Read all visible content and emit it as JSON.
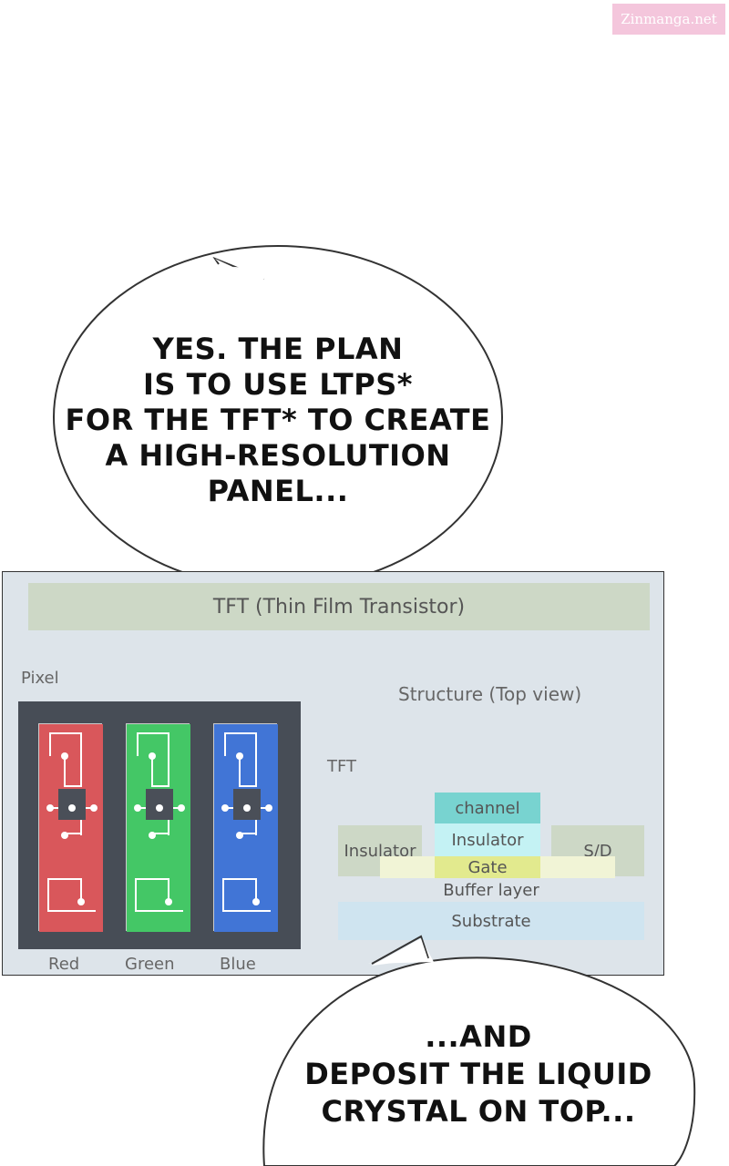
{
  "watermark": "Zinmanga.net",
  "bubble1": {
    "lines": [
      "YES. THE PLAN",
      "IS TO USE LTPS*",
      "FOR THE TFT* TO CREATE",
      "A HIGH-RESOLUTION",
      "PANEL..."
    ]
  },
  "bubble2": {
    "lines": [
      "...AND",
      "DEPOSIT THE LIQUID",
      "CRYSTAL ON TOP..."
    ]
  },
  "diagram": {
    "title": "TFT (Thin Film Transistor)",
    "pixel_label": "Pixel",
    "structure_label": "Structure (Top view)",
    "tft_label": "TFT",
    "subpixels": [
      {
        "label": "Red",
        "color": "#d9575b"
      },
      {
        "label": "Green",
        "color": "#44c766"
      },
      {
        "label": "Blue",
        "color": "#4175d6"
      }
    ],
    "layers": {
      "channel": "channel",
      "insulator_top": "Insulator",
      "insulator_left": "Insulator",
      "sd": "S/D",
      "gate": "Gate",
      "buffer": "Buffer layer",
      "substrate": "Substrate"
    },
    "colors": {
      "channel": "#78d3d0",
      "insulator_top": "#c4f2f4",
      "side_blocks": "#cdd8c6",
      "gate": "#e2ea8e",
      "gate_bar": "#f1f4d6",
      "substrate": "#cfe4f0",
      "panel_bg": "#dde4ea"
    }
  }
}
